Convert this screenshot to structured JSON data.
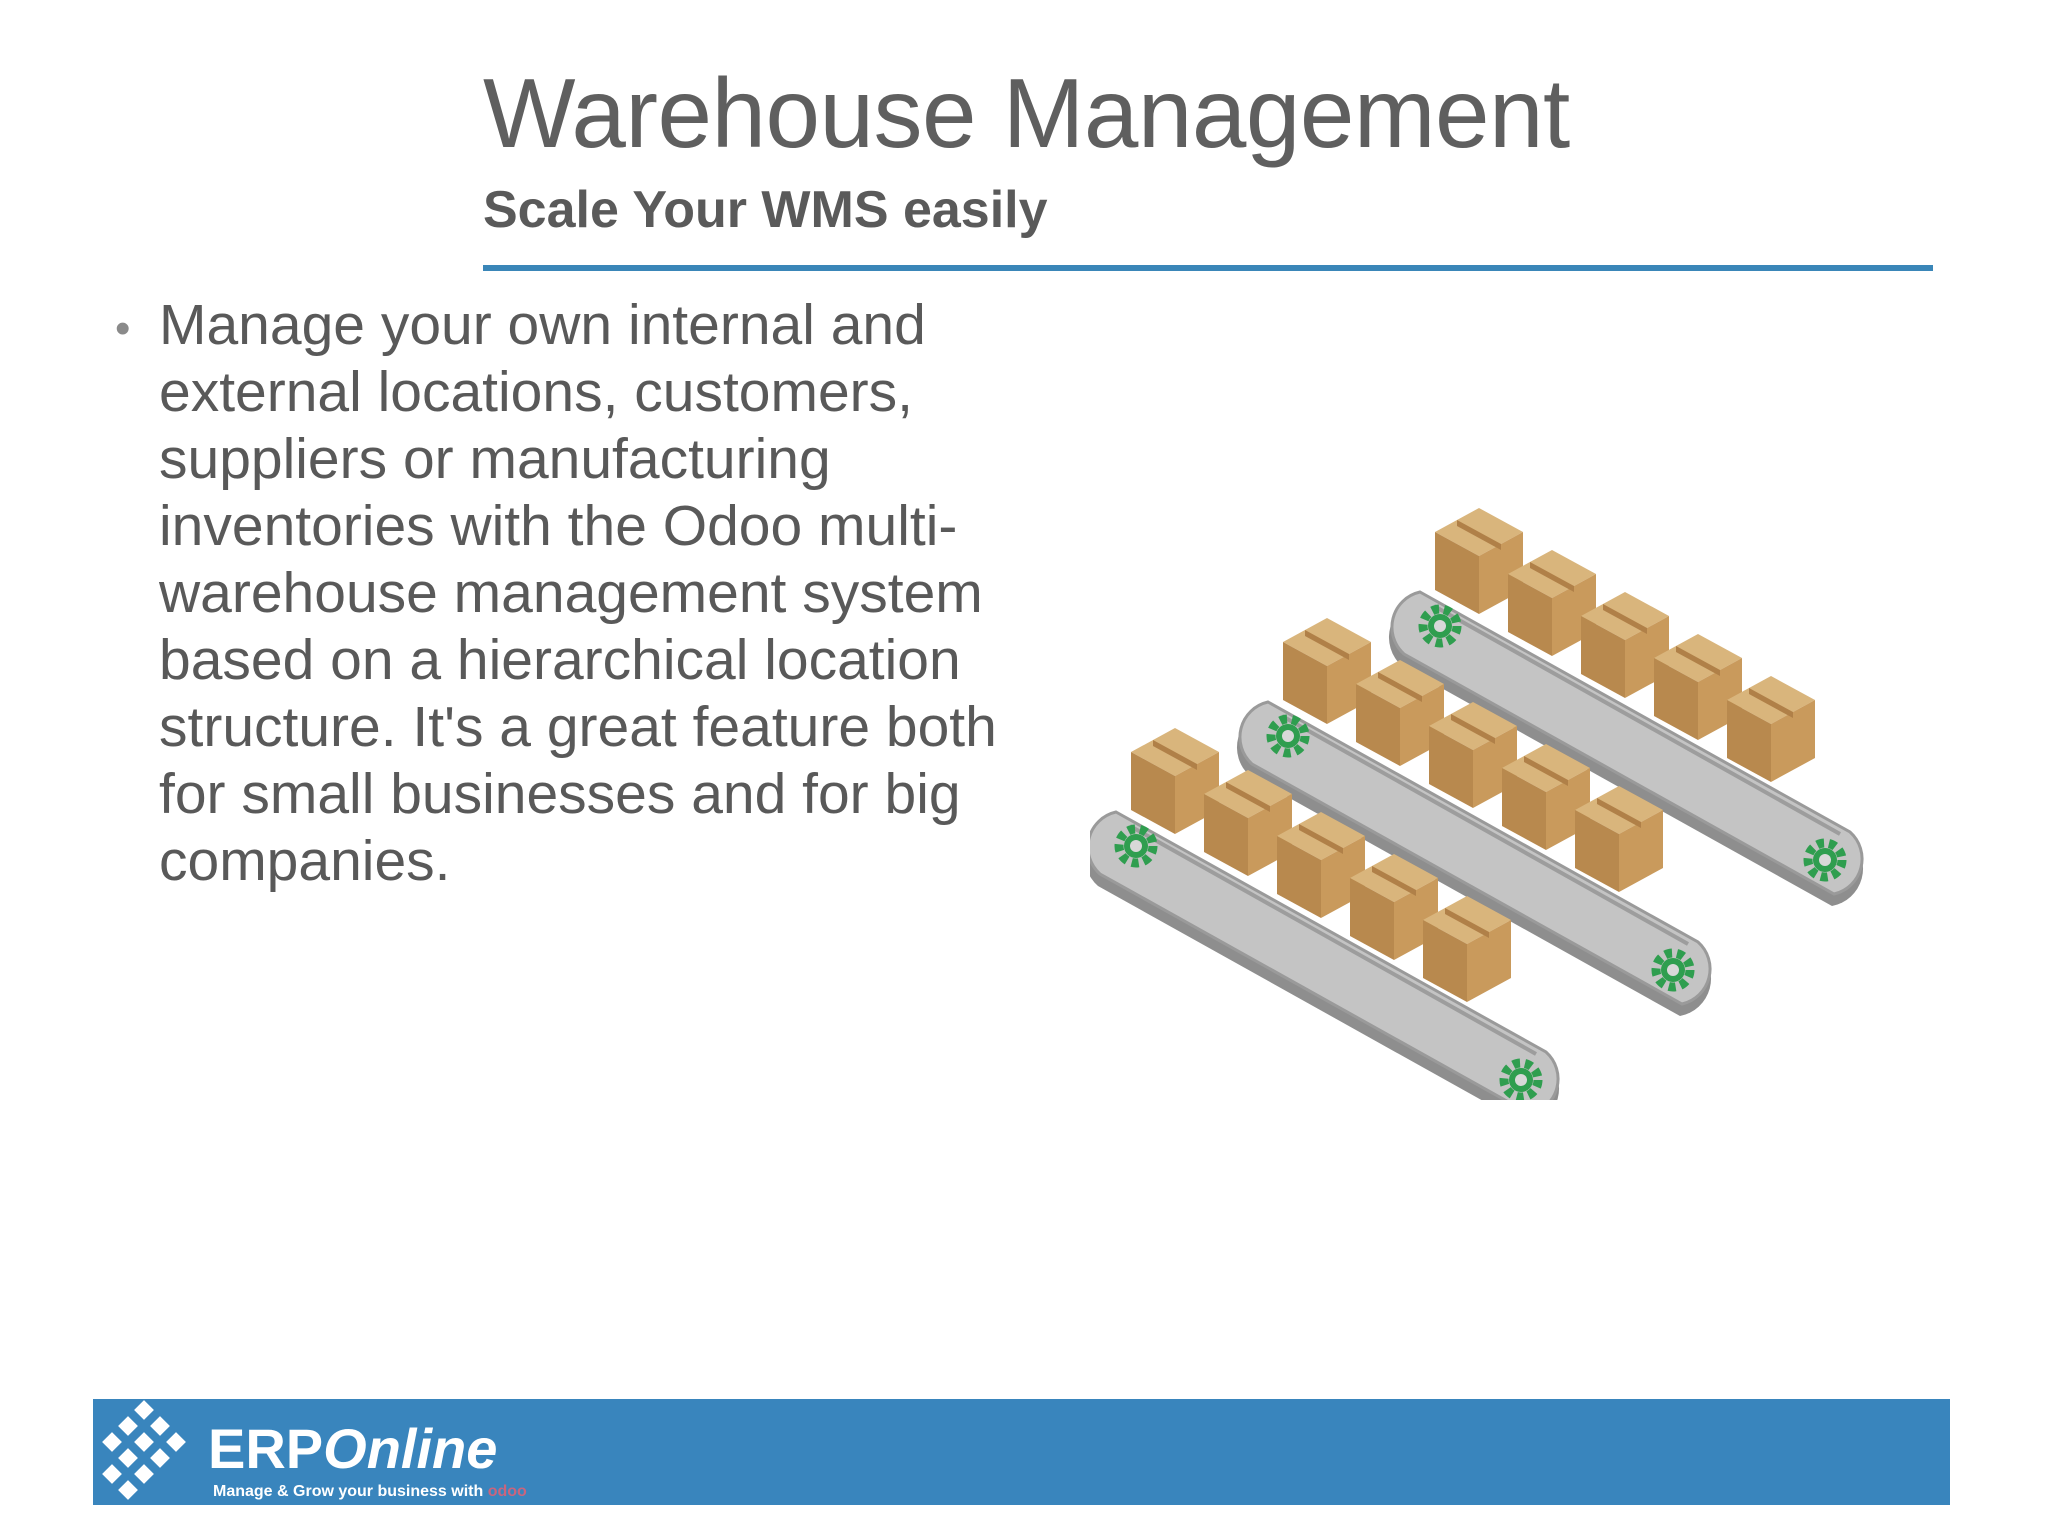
{
  "slide": {
    "title": "Warehouse Management",
    "subtitle": "Scale Your WMS easily",
    "bullet_symbol": "•",
    "bullet_text": "Manage your own internal and external locations, customers, suppliers or manufacturing inventories with the Odoo multi-warehouse management system based on a hierarchical location structure. It's a great feature both for small businesses and for big companies."
  },
  "illustration": {
    "icon": "conveyor-belts-with-boxes-icon",
    "belt_count": 3,
    "boxes_per_belt": 5
  },
  "footer": {
    "logo_name_part1": "ERP",
    "logo_name_part2": "Online",
    "tagline": "Manage & Grow your business with ",
    "tagline_brand": "odoo"
  },
  "colors": {
    "title_text": "#5f5f5f",
    "rule": "#3a86b8",
    "footer_bg": "#3985bd",
    "box": "#c49a5c",
    "belt": "#a9a9a9",
    "gear": "#2f9e4f"
  }
}
